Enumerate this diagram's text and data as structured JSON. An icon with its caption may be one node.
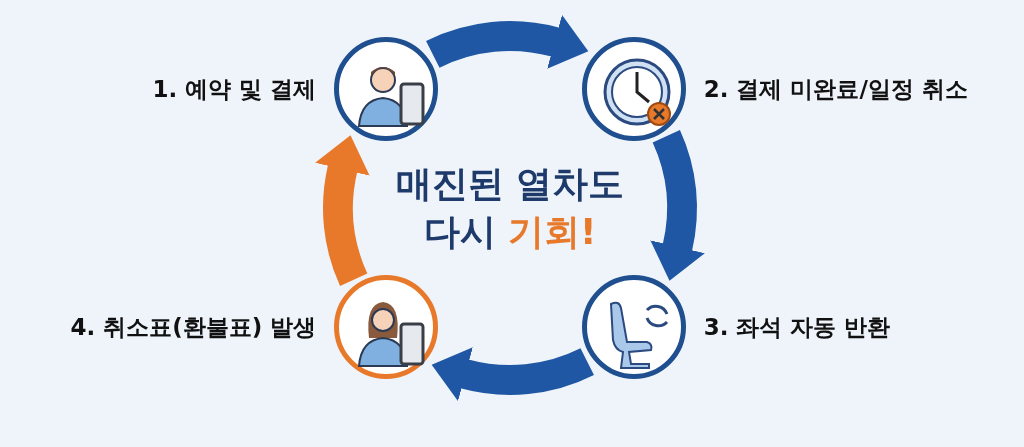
{
  "diagram": {
    "nodes": [
      {
        "text": [],
        "shape": "circle",
        "beside": [
          "1. 예약 및 결제"
        ]
      },
      {
        "text": [],
        "shape": "circle",
        "beside": [
          "2. 결제 미완료/일정 취소"
        ]
      },
      {
        "text": [],
        "shape": "circle",
        "beside": [
          "3. 좌석 자동 반환"
        ]
      },
      {
        "text": [],
        "shape": "circle",
        "beside": [
          "4. 취소표(환불표) 발생"
        ]
      }
    ],
    "edges": [
      {
        "from": 0,
        "to": 1,
        "arrow": "to"
      },
      {
        "from": 1,
        "to": 2,
        "arrow": "to"
      },
      {
        "from": 2,
        "to": 3,
        "arrow": "to"
      },
      {
        "from": 3,
        "to": 0,
        "arrow": "to",
        "color": "#e8792a"
      }
    ],
    "labels": [
      "매진된 열차도",
      "다시",
      "기회!"
    ]
  }
}
